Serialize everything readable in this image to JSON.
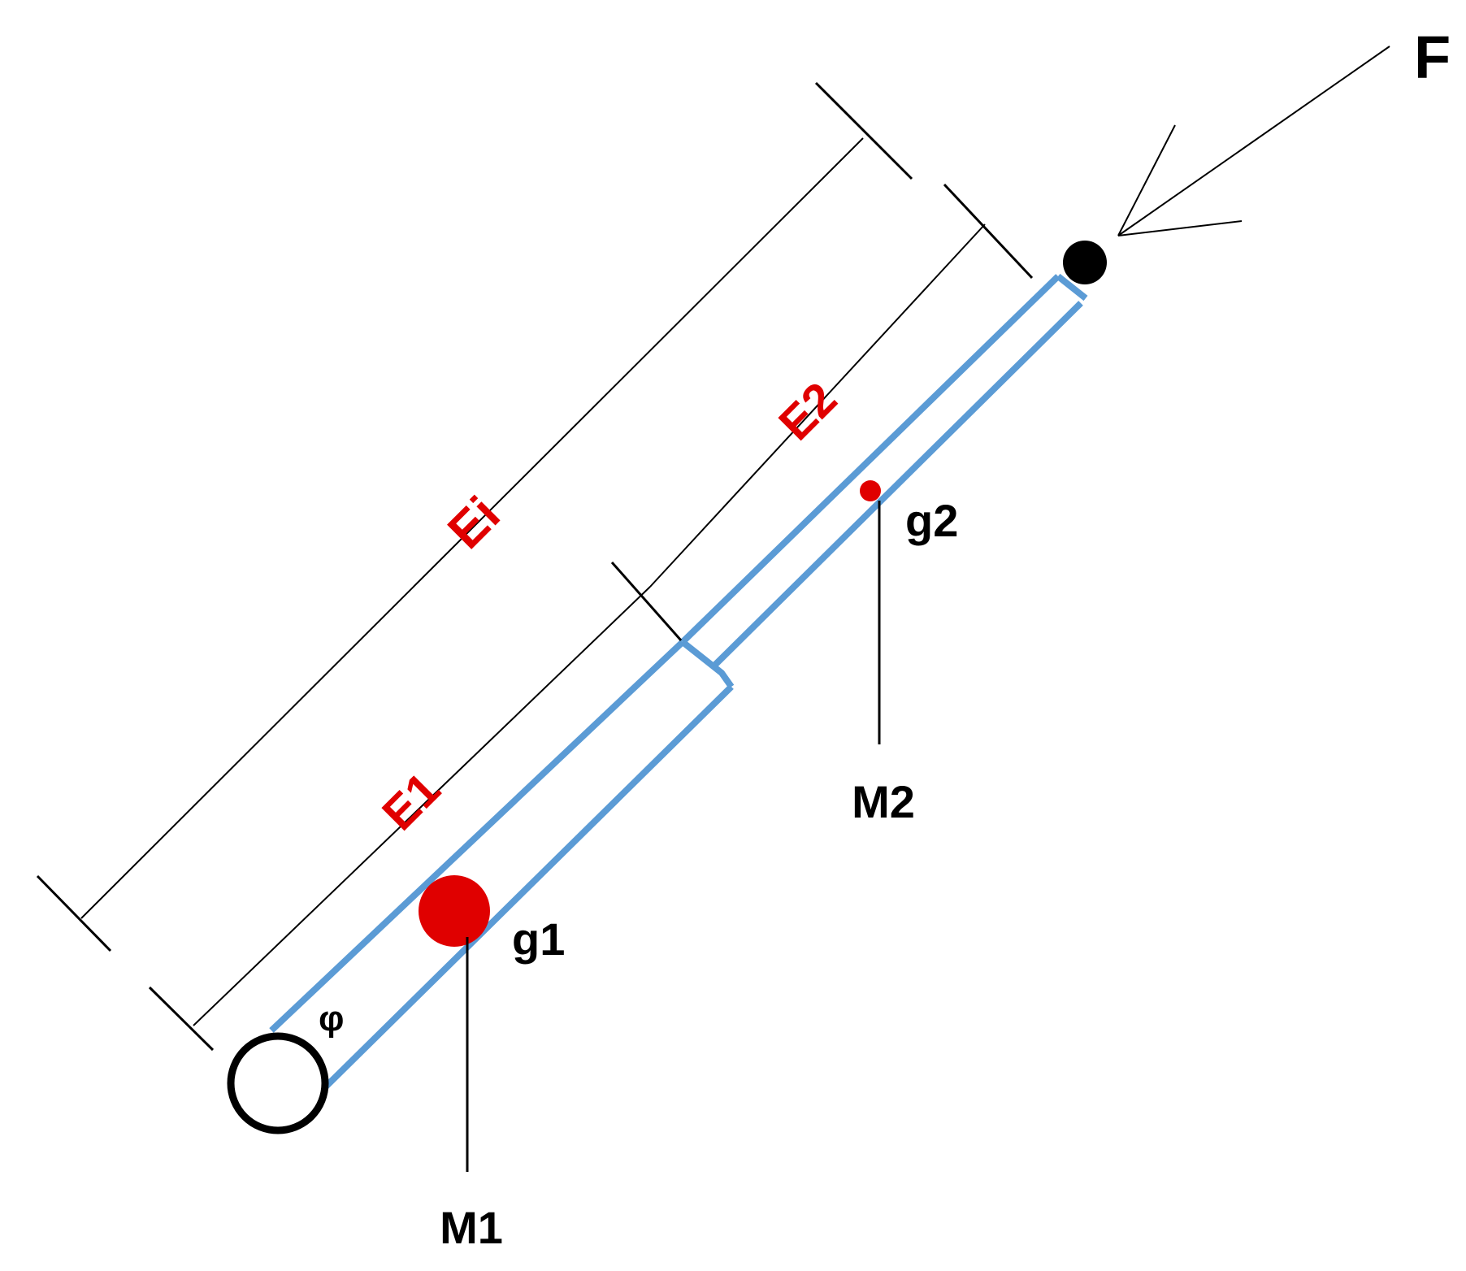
{
  "labels": {
    "force": "F",
    "total_length": "Ei",
    "segment_1": "E1",
    "segment_2": "E2",
    "cog_1": "g1",
    "cog_2": "g2",
    "mass_1": "M1",
    "mass_2": "M2",
    "angle": "φ"
  },
  "colors": {
    "cylinder": "#5b9bd5",
    "dimension_label": "#e00000",
    "center_of_gravity": "#e00000",
    "lines": "#000000"
  }
}
